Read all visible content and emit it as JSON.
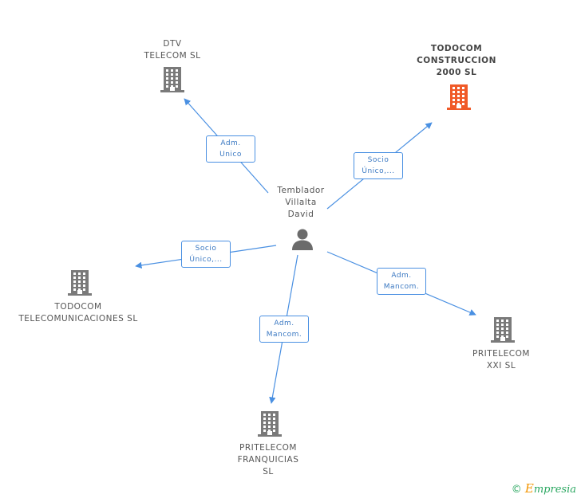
{
  "center": {
    "name": "Temblador\nVillalta\nDavid",
    "icon": "person-icon"
  },
  "nodes": [
    {
      "id": "dtv",
      "name": "DTV\nTELECOM SL",
      "icon": "building-icon",
      "highlight": false,
      "relation": "Adm.\nUnico"
    },
    {
      "id": "todocom-construccion",
      "name": "TODOCOM\nCONSTRUCCION\n2000  SL",
      "icon": "building-icon",
      "highlight": true,
      "relation": "Socio\nÚnico,..."
    },
    {
      "id": "todocom-telecom",
      "name": "TODOCOM\nTELECOMUNICACIONES SL",
      "icon": "building-icon",
      "highlight": false,
      "relation": "Socio\nÚnico,..."
    },
    {
      "id": "pritelecom-xxi",
      "name": "PRITELECOM\nXXI SL",
      "icon": "building-icon",
      "highlight": false,
      "relation": "Adm.\nMancom."
    },
    {
      "id": "pritelecom-franquicias",
      "name": "PRITELECOM\nFRANQUICIAS\nSL",
      "icon": "building-icon",
      "highlight": false,
      "relation": "Adm.\nMancom."
    }
  ],
  "colors": {
    "edge": "#4a90e2",
    "building": "#7a7a7a",
    "building_highlight": "#f05a28",
    "person": "#6b6b6b"
  },
  "brand": {
    "copyright": "©",
    "e": "E",
    "rest": "mpresia"
  }
}
